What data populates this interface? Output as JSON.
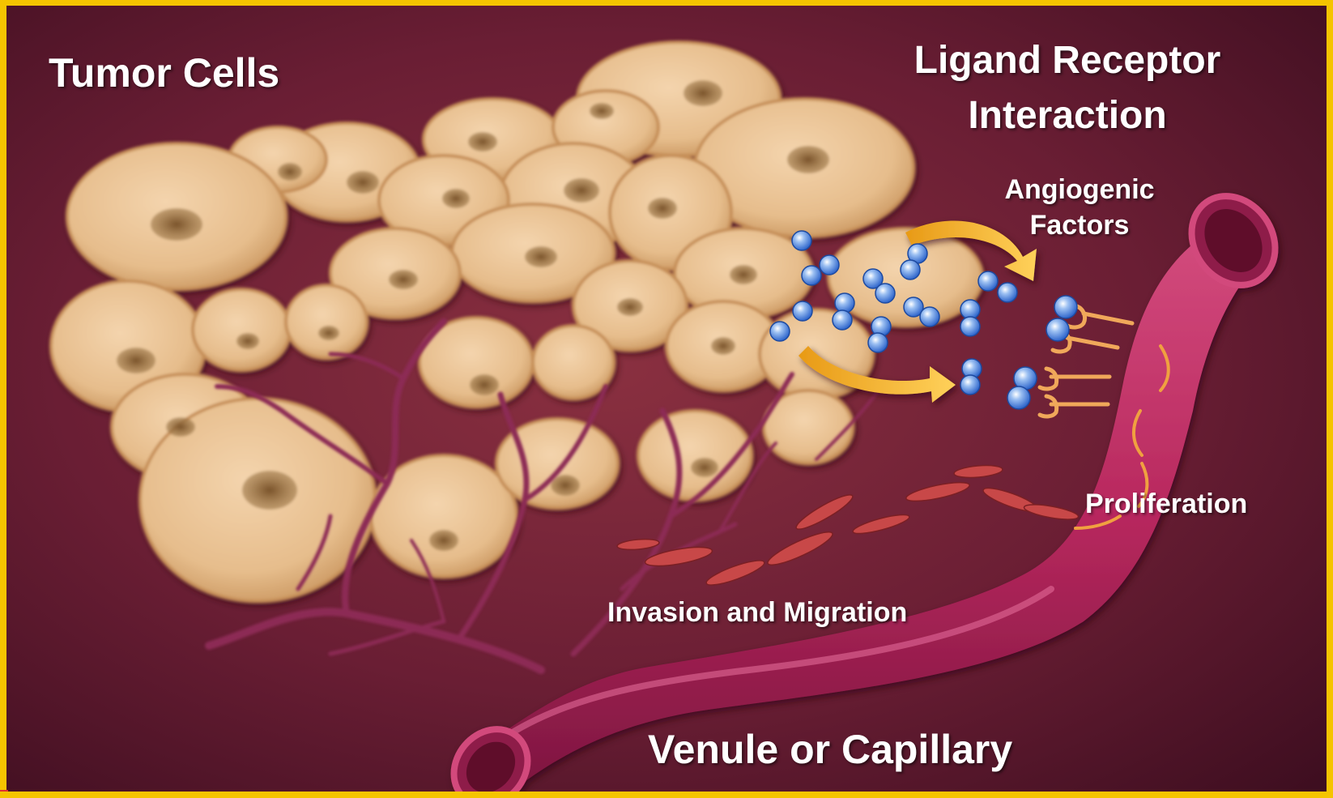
{
  "labels": {
    "tumor_cells": "Tumor Cells",
    "ligand_receptor_line1": "Ligand Receptor",
    "ligand_receptor_line2": "Interaction",
    "angiogenic_line1": "Angiogenic",
    "angiogenic_line2": "Factors",
    "proliferation": "Proliferation",
    "invasion_migration": "Invasion and Migration",
    "venule_capillary": "Venule or Capillary"
  },
  "colors": {
    "frame": "#f5c400",
    "background_dark": "#4a1226",
    "background_light": "#8a3040",
    "tumor_cell": "#e8c092",
    "nucleus": "#8a6232",
    "vessel": "#b8285e",
    "factor_particle": "#4f86e0",
    "arrow": "#f2b42c",
    "endothelial_cell": "#c84848"
  },
  "icons": {
    "flow_arrows": "curved-arrow-icon",
    "receptors": "receptor-icon"
  }
}
